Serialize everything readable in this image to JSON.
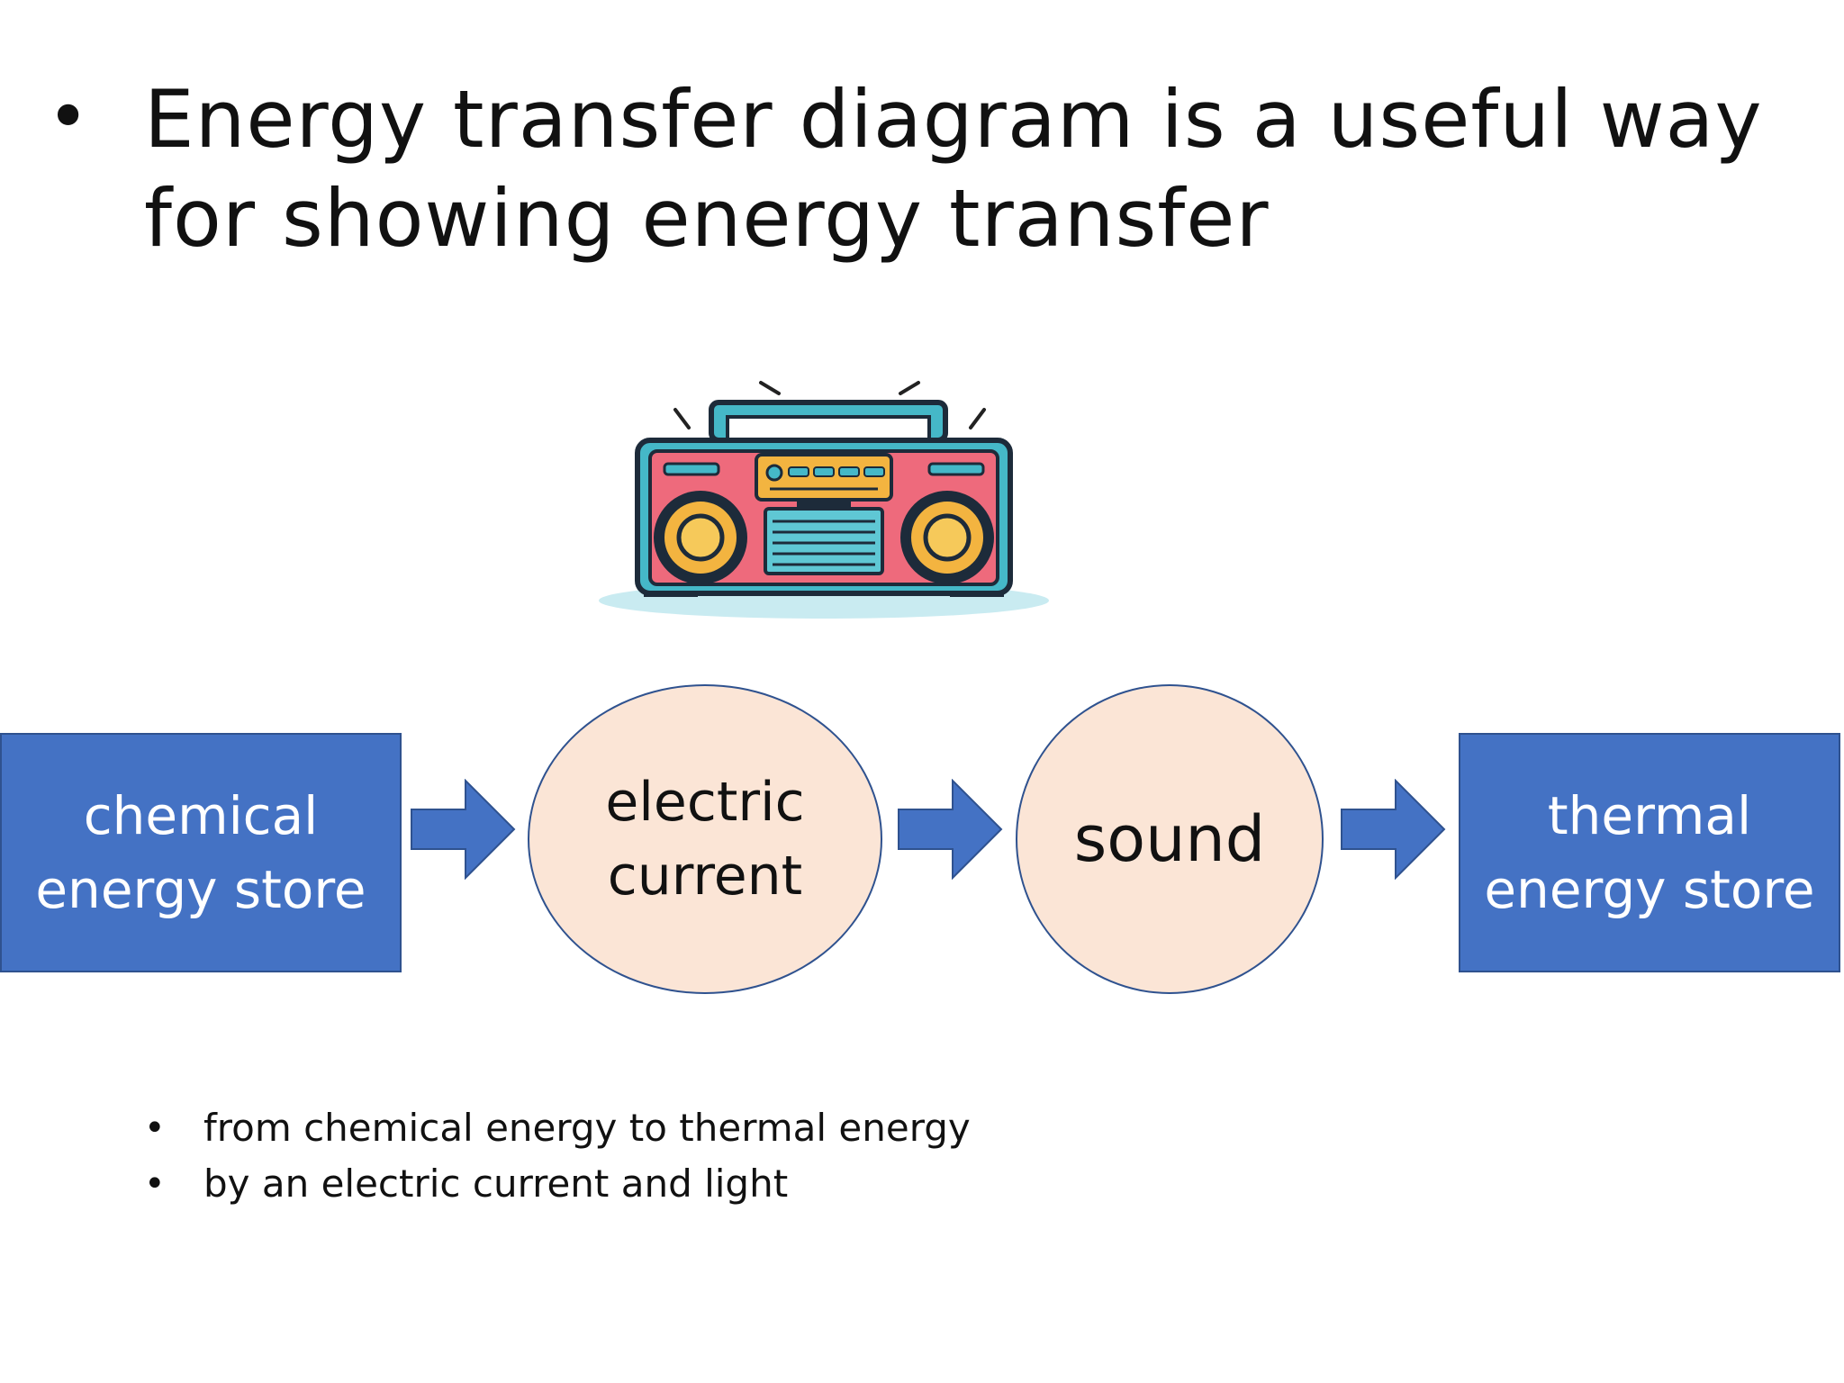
{
  "title": {
    "bullet": "•",
    "lines": [
      "Energy transfer diagram is a useful way",
      "for showing energy transfer"
    ]
  },
  "diagram": {
    "nodes": [
      {
        "id": "chemical",
        "kind": "store",
        "label": "chemical\nenergy store"
      },
      {
        "id": "electric",
        "kind": "pathway",
        "label": "electric\ncurrent"
      },
      {
        "id": "sound",
        "kind": "pathway",
        "label": "sound"
      },
      {
        "id": "thermal",
        "kind": "store",
        "label": "thermal\nenergy store"
      }
    ],
    "edges": [
      {
        "from": "chemical",
        "to": "electric"
      },
      {
        "from": "electric",
        "to": "sound"
      },
      {
        "from": "sound",
        "to": "thermal"
      }
    ],
    "illustration": "boombox-icon"
  },
  "notes": {
    "bullet": "•",
    "items": [
      "from chemical energy to thermal energy",
      "by an electric current and light"
    ]
  },
  "colors": {
    "store_fill": "#4472c4",
    "store_border": "#2f528f",
    "pathway_fill": "#fbe5d6",
    "pathway_border": "#2f528f",
    "arrow_fill": "#4472c4",
    "text_dark": "#111111",
    "text_light": "#ffffff"
  }
}
